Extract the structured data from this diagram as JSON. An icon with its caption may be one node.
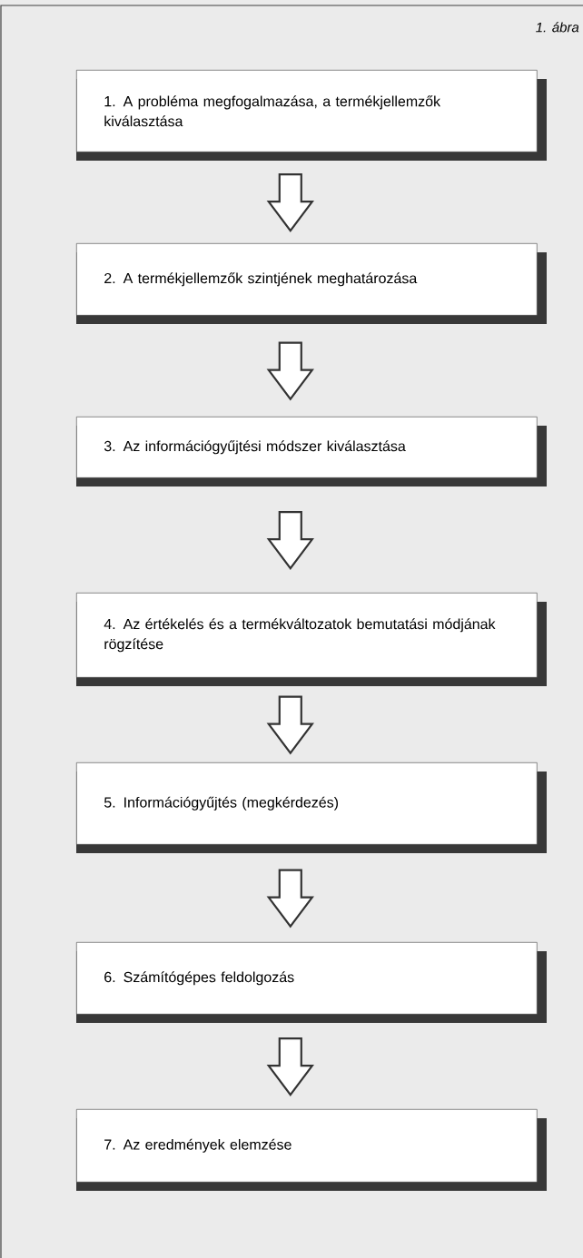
{
  "diagram": {
    "title": "1. ábra",
    "nodes": [
      {
        "text": [
          "1. A probléma megfogalmazása, a termékjellemzők kiválasztása"
        ]
      },
      {
        "text": [
          "2. A termékjellemzők szintjének meghatározása"
        ]
      },
      {
        "text": [
          "3. Az információgyűjtési módszer kiválasztása"
        ]
      },
      {
        "text": [
          "4. Az értékelés és a termékváltozatok bemutatási módjának rögzítése"
        ]
      },
      {
        "text": [
          "5. Információgyűjtés (megkérdezés)"
        ]
      },
      {
        "text": [
          "6. Számítógépes feldolgozás"
        ]
      },
      {
        "text": [
          "7. Az eredmények elemzése"
        ]
      }
    ],
    "edges": [
      {
        "from": 0,
        "to": 1,
        "arrow": "to"
      },
      {
        "from": 1,
        "to": 2,
        "arrow": "to"
      },
      {
        "from": 2,
        "to": 3,
        "arrow": "to"
      },
      {
        "from": 3,
        "to": 4,
        "arrow": "to"
      },
      {
        "from": 4,
        "to": 5,
        "arrow": "to"
      },
      {
        "from": 5,
        "to": 6,
        "arrow": "to"
      }
    ]
  }
}
